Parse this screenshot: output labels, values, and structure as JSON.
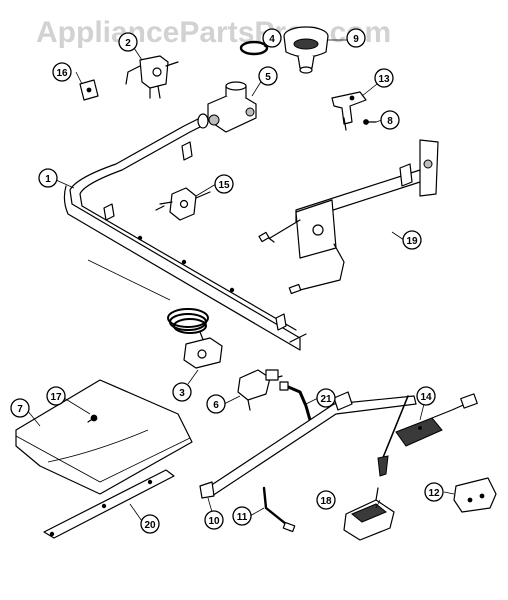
{
  "watermark": "AppliancePartsPros.com",
  "callouts": [
    {
      "label": "1"
    },
    {
      "label": "2"
    },
    {
      "label": "3"
    },
    {
      "label": "4"
    },
    {
      "label": "5"
    },
    {
      "label": "6"
    },
    {
      "label": "7"
    },
    {
      "label": "8"
    },
    {
      "label": "9"
    },
    {
      "label": "10"
    },
    {
      "label": "11"
    },
    {
      "label": "12"
    },
    {
      "label": "13"
    },
    {
      "label": "14"
    },
    {
      "label": "15"
    },
    {
      "label": "16"
    },
    {
      "label": "17"
    },
    {
      "label": "18"
    },
    {
      "label": "19"
    },
    {
      "label": "20"
    },
    {
      "label": "21"
    }
  ]
}
